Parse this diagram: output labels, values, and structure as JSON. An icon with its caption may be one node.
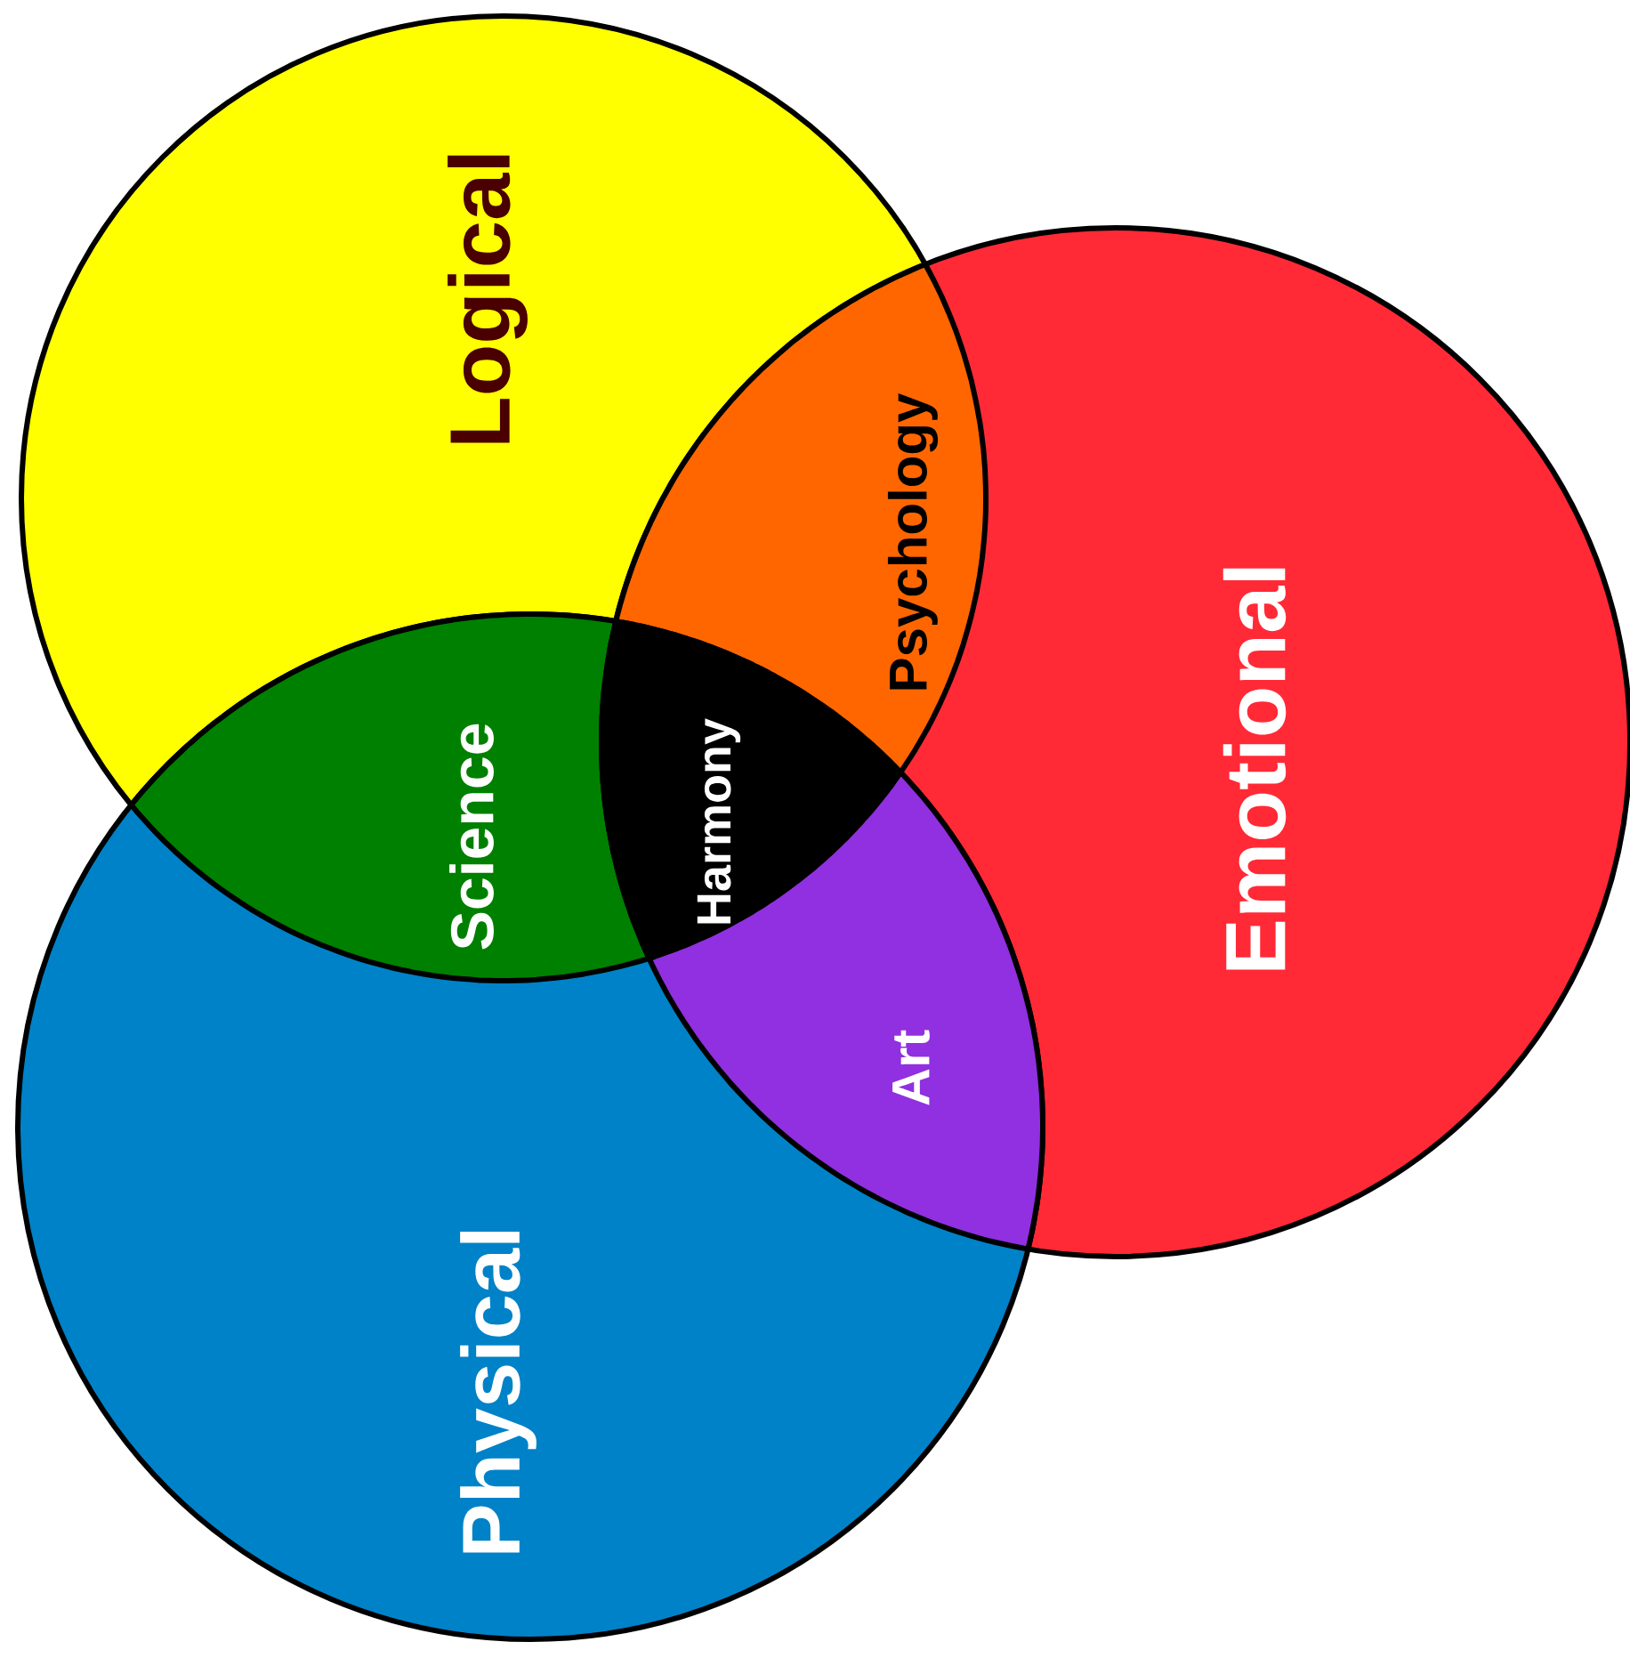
{
  "diagram": {
    "nodes": [
      {
        "text": [
          "Logical"
        ]
      },
      {
        "text": [
          "Emotional"
        ]
      },
      {
        "text": [
          "Physical"
        ]
      },
      {
        "text": [
          "Psychology"
        ]
      },
      {
        "text": [
          "Science"
        ]
      },
      {
        "text": [
          "Harmony"
        ]
      },
      {
        "text": [
          "Art"
        ]
      }
    ]
  }
}
